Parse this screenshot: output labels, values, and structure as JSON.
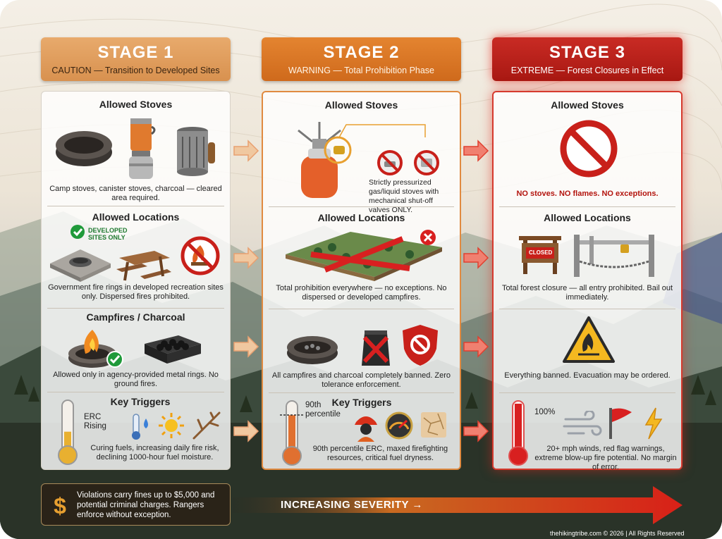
{
  "stages": [
    {
      "title": "STAGE 1",
      "subtitle": "CAUTION — Transition to Developed Sites",
      "stoves_title": "Allowed Stoves",
      "stoves_desc": "Camp stoves, canister stoves, charcoal — cleared area required.",
      "locations_title": "Allowed Locations",
      "locations_badge": "DEVELOPED SITES ONLY",
      "locations_desc": "Government fire rings in developed recreation sites only. Dispersed fires prohibited.",
      "campfires_title": "Campfires / Charcoal",
      "campfires_desc": "Allowed only in agency-provided metal rings. No ground fires.",
      "triggers_title": "Key Triggers",
      "triggers_label": "ERC Rising",
      "triggers_desc": "Curing fuels, increasing daily fire risk, declining 1000-hour fuel moisture.",
      "thermo_level": 0.45
    },
    {
      "title": "STAGE 2",
      "subtitle": "WARNING — Total Prohibition Phase",
      "stoves_title": "Allowed Stoves",
      "stoves_desc": "Strictly pressurized gas/liquid stoves with mechanical shut-off valves ONLY.",
      "locations_title": "Allowed Locations",
      "locations_desc": "Total prohibition everywhere — no exceptions. No dispersed or developed campfires.",
      "campfires_desc": "All campfires and charcoal completely banned. Zero tolerance enforcement.",
      "triggers_title": "Key Triggers",
      "triggers_label": "90th percentile",
      "triggers_desc": "90th percentile ERC, maxed firefighting resources, critical fuel dryness.",
      "thermo_level": 0.78
    },
    {
      "title": "STAGE 3",
      "subtitle": "EXTREME — Forest Closures in Effect",
      "stoves_title": "Allowed Stoves",
      "stoves_desc": "NO stoves. NO flames. NO exceptions.",
      "locations_title": "Allowed Locations",
      "closed_sign": "CLOSED",
      "locations_desc": "Total forest closure — all entry prohibited. Bail out immediately.",
      "campfires_desc": "Everything banned. Evacuation may be ordered.",
      "triggers_label": "100%",
      "triggers_desc": "20+ mph winds, red flag warnings, extreme blow-up fire potential. No margin of error.",
      "thermo_level": 1.0
    }
  ],
  "footer": {
    "fines": "Violations carry fines up to $5,000 and potential criminal charges. Rangers enforce without exception.",
    "dollar": "$",
    "severity": "INCREASING SEVERITY →",
    "credit": "thehikingtribe.com © 2026 | All Rights Reserved"
  },
  "colors": {
    "stage1": "#d8914f",
    "stage2": "#cf6a1c",
    "stage3": "#a81812",
    "danger": "#c8201a",
    "ok": "#1f9a3a"
  },
  "icons": [
    "fire-ring-icon",
    "canister-stove-icon",
    "charcoal-chimney-icon",
    "fire-ring-pad-icon",
    "picnic-table-icon",
    "no-fire-icon",
    "campfire-icon",
    "check-icon",
    "charcoal-grill-icon",
    "thermometer-icon",
    "water-drop-thermometer-icon",
    "sun-icon",
    "dry-branch-icon",
    "pressurized-stove-icon",
    "no-symbol-icon",
    "map-cross-icon",
    "charcoal-bag-cross-icon",
    "shield-no-icon",
    "firefighter-icon",
    "gauge-icon",
    "dry-ground-icon",
    "closed-sign-icon",
    "gate-icon",
    "fire-warning-icon",
    "wind-icon",
    "red-flag-icon",
    "lightning-icon",
    "dollar-icon"
  ]
}
